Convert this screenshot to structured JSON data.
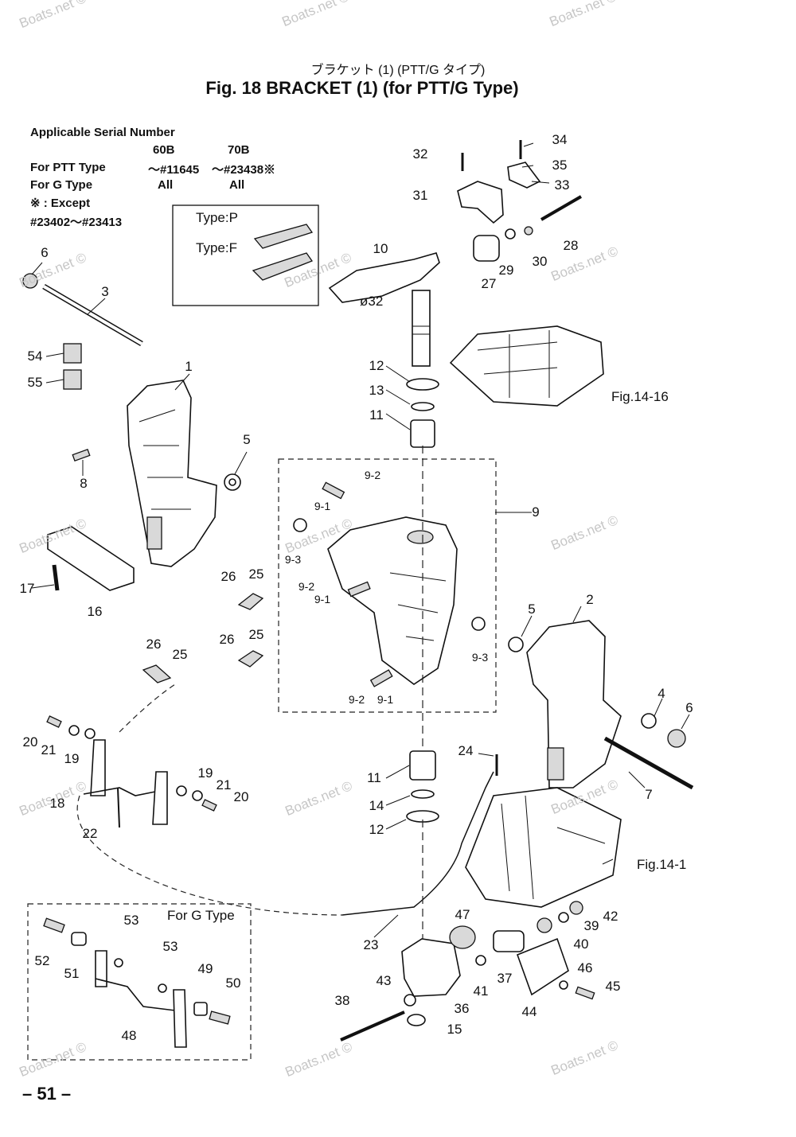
{
  "header": {
    "title_jp": "ブラケット (1) (PTT/G タイプ)",
    "title": "Fig. 18   BRACKET  (1)  (for PTT/G Type)"
  },
  "serial_table": {
    "heading": "Applicable Serial Number",
    "col1": "60B",
    "col2": "70B",
    "row1_label": "For PTT Type",
    "row1_col1": "～#11645",
    "row1_col2": "～#23438※",
    "row2_label": "For G Type",
    "row2_col1": "All",
    "row2_col2": "All",
    "note_label": "※ : Except",
    "note_range": "#23402～#23413"
  },
  "type_box": {
    "type_p": "Type:P",
    "type_f": "Type:F"
  },
  "g_type_box": {
    "title": "For G Type"
  },
  "dimension": "ø32",
  "references": {
    "fig_14_16": "Fig.14-16",
    "fig_14_1": "Fig.14-1"
  },
  "watermark": "Boats.net ©",
  "page_number": "– 51 –",
  "callouts": [
    "1",
    "2",
    "3",
    "4",
    "5",
    "5",
    "6",
    "6",
    "7",
    "8",
    "9",
    "9-1",
    "9-1",
    "9-1",
    "9-1",
    "9-2",
    "9-2",
    "9-2",
    "9-3",
    "9-3",
    "10",
    "11",
    "11",
    "12",
    "12",
    "13",
    "14",
    "15",
    "16",
    "17",
    "18",
    "19",
    "19",
    "20",
    "20",
    "21",
    "21",
    "22",
    "23",
    "24",
    "25",
    "25",
    "25",
    "26",
    "26",
    "26",
    "27",
    "28",
    "29",
    "30",
    "31",
    "32",
    "33",
    "34",
    "35",
    "36",
    "37",
    "38",
    "39",
    "40",
    "41",
    "42",
    "43",
    "44",
    "45",
    "46",
    "47",
    "48",
    "49",
    "50",
    "51",
    "52",
    "53",
    "53",
    "54",
    "55"
  ]
}
